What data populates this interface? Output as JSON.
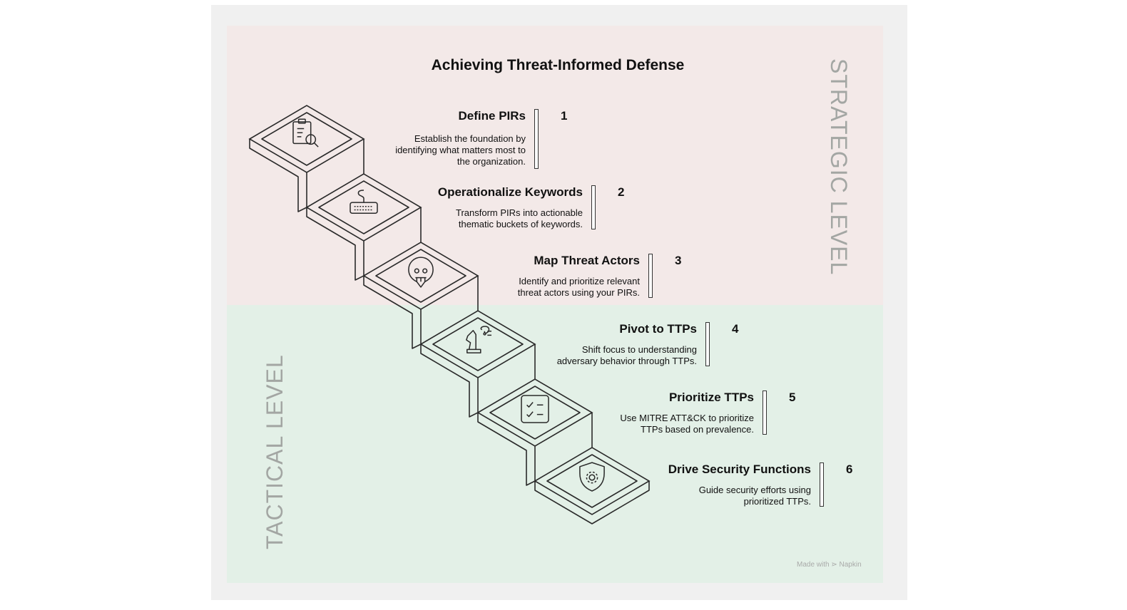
{
  "title": "Achieving Threat-Informed Defense",
  "zones": {
    "strategic": "STRATEGIC LEVEL",
    "tactical": "TACTICAL LEVEL"
  },
  "colors": {
    "strategic_bg": "#f3e9e8",
    "tactical_bg": "#e3f0e7",
    "line": "#2a2a2a"
  },
  "steps": [
    {
      "number": "1",
      "title": "Define PIRs",
      "description": [
        "Establish the foundation by",
        "identifying what matters most to",
        "the organization."
      ],
      "icon": "clipboard-search-icon"
    },
    {
      "number": "2",
      "title": "Operationalize Keywords",
      "description": [
        "Transform PIRs into actionable",
        "thematic buckets of keywords."
      ],
      "icon": "keyboard-icon"
    },
    {
      "number": "3",
      "title": "Map Threat Actors",
      "description": [
        "Identify and prioritize relevant",
        "threat actors using your PIRs."
      ],
      "icon": "skull-pin-icon"
    },
    {
      "number": "4",
      "title": "Pivot to TTPs",
      "description": [
        "Shift focus to understanding",
        "adversary behavior through TTPs."
      ],
      "icon": "chess-knight-icon"
    },
    {
      "number": "5",
      "title": "Prioritize TTPs",
      "description": [
        "Use MITRE ATT&CK to prioritize",
        "TTPs based on prevalence."
      ],
      "icon": "checklist-icon"
    },
    {
      "number": "6",
      "title": "Drive Security Functions",
      "description": [
        "Guide security efforts using",
        "prioritized TTPs."
      ],
      "icon": "shield-gear-icon"
    }
  ],
  "watermark": "Made with ⋗ Napkin"
}
